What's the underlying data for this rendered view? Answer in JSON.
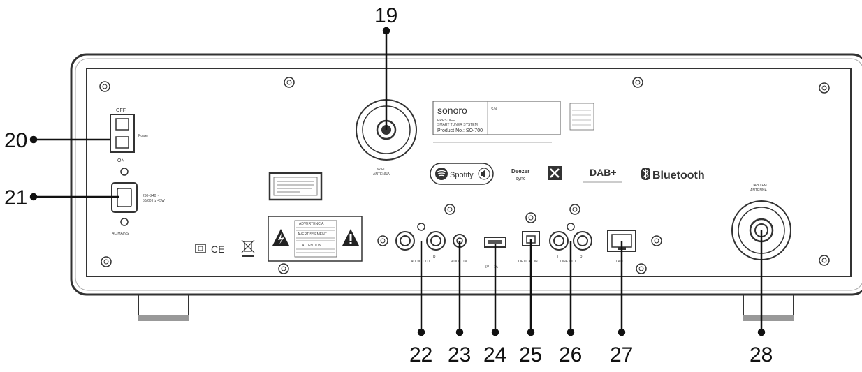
{
  "callouts": [
    {
      "id": "19",
      "label": "19"
    },
    {
      "id": "20",
      "label": "20"
    },
    {
      "id": "21",
      "label": "21"
    },
    {
      "id": "22",
      "label": "22"
    },
    {
      "id": "23",
      "label": "23"
    },
    {
      "id": "24",
      "label": "24"
    },
    {
      "id": "25",
      "label": "25"
    },
    {
      "id": "26",
      "label": "26"
    },
    {
      "id": "27",
      "label": "27"
    },
    {
      "id": "28",
      "label": "28"
    }
  ],
  "panel": {
    "switch_off": "OFF",
    "switch_on": "ON",
    "switch_power": "Power",
    "ac_rating_1": "230–240 ~",
    "ac_rating_2": "50/60 Hz 45W",
    "ac_label": "AC MAINS",
    "wifi_label_1": "WIFI",
    "wifi_label_2": "ANTENNA",
    "dab_label_1": "DAB / FM",
    "dab_label_2": "ANTENNA",
    "audio_out": "AUDIO OUT",
    "audio_in": "AUDIO IN",
    "usb_label": "5V ⎓ 1A",
    "optical_in": "OPTICAL IN",
    "line_out": "LINE OUT",
    "lan": "LAN",
    "l": "L",
    "r": "R",
    "brand": "sonoro",
    "product_name": "PRESTIGE",
    "product_sub": "SMART TUNER SYSTEM",
    "product_no": "Product No.: SO-700",
    "sn": "S/N",
    "spotify": "Spotify",
    "bluetooth": "Bluetooth",
    "dab_plus": "DAB+",
    "deezer_1": "Deezer",
    "deezer_2": "sync",
    "ce": "CE",
    "warning_1": "ADVERTENCIA",
    "warning_2": "AVERTISSEMENT",
    "warning_3": "ATTENTION"
  }
}
